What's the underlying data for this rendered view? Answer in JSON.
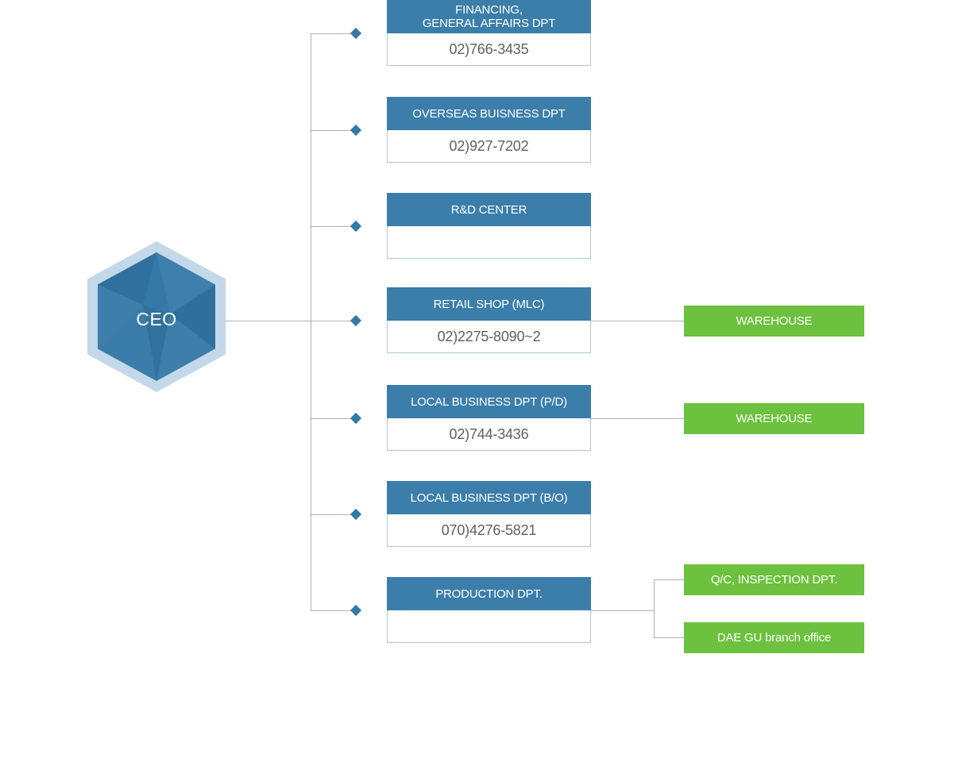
{
  "diagram": {
    "root": {
      "label": "CEO"
    },
    "colors": {
      "header_blue": "#3b7ea9",
      "hex_inner_blue": "#3478a7",
      "hex_outer_blue": "#c3d8e9",
      "green": "#6cc13e",
      "line_gray": "#b0b0b0",
      "phone_text": "#606060",
      "body_border": "#a9c7da"
    },
    "departments": [
      {
        "title": "FINANCING,\nGENERAL AFFAIRS DPT",
        "phone": "02)766-3435",
        "children": []
      },
      {
        "title": "OVERSEAS BUISNESS DPT",
        "phone": "02)927-7202",
        "children": []
      },
      {
        "title": "R&D CENTER",
        "phone": "",
        "children": []
      },
      {
        "title": "RETAIL SHOP (MLC)",
        "phone": "02)2275-8090~2",
        "children": [
          "WAREHOUSE"
        ]
      },
      {
        "title": "LOCAL BUSINESS DPT (P/D)",
        "phone": "02)744-3436",
        "children": [
          "WAREHOUSE"
        ]
      },
      {
        "title": "LOCAL BUSINESS DPT (B/O)",
        "phone": "070)4276-5821",
        "children": []
      },
      {
        "title": "PRODUCTION DPT.",
        "phone": "",
        "children": [
          "Q/C, INSPECTION DPT.",
          "DAE GU branch office"
        ]
      }
    ]
  }
}
